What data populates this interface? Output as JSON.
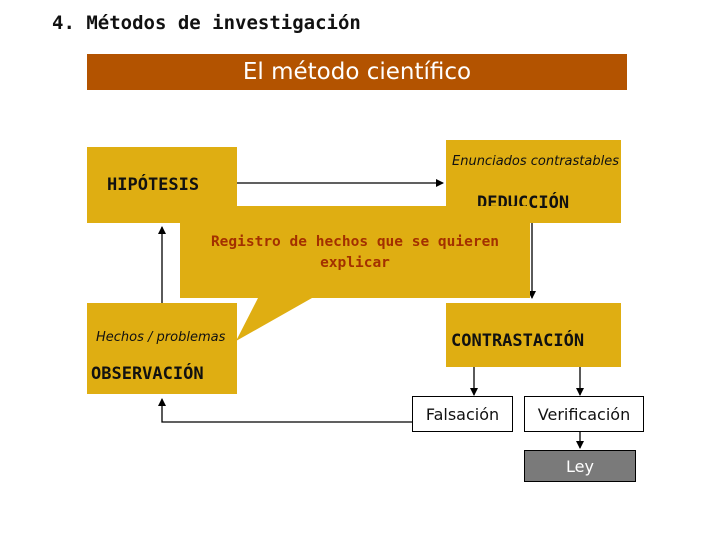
{
  "slide": {
    "title": "4. Métodos de investigación"
  },
  "banner": {
    "title": "El método científico"
  },
  "nodes": {
    "hipotesis": "HIPÓTESIS",
    "enunciados": "Enunciados contrastables",
    "deduccion": "DEDUCCIÓN",
    "hechos": "Hechos / problemas",
    "observacion": "OBSERVACIÓN",
    "contrastacion": "CONTRASTACIÓN",
    "falsacion": "Falsación",
    "verificacion": "Verificación",
    "ley": "Ley"
  },
  "callout": {
    "line1": "Registro de hechos que se quieren",
    "line2": "explicar"
  },
  "colors": {
    "banner": "#b35300",
    "box": "#dfae12",
    "callout_text": "#a33000",
    "ley_box": "#7a7a7a"
  }
}
